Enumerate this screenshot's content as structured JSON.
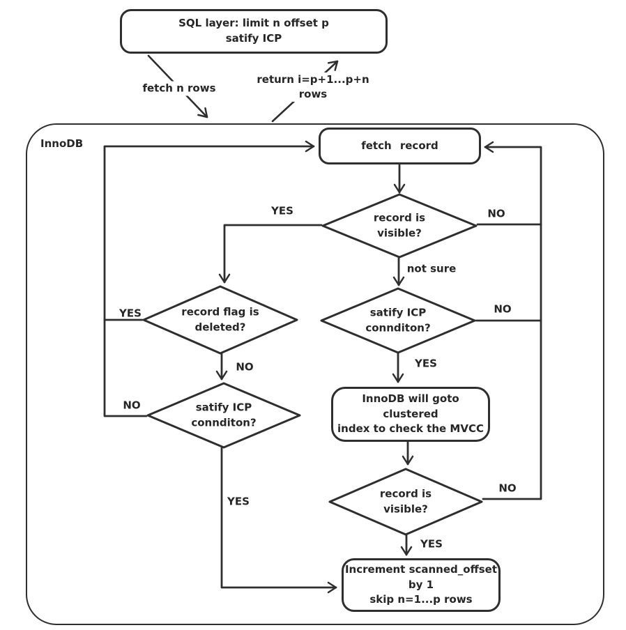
{
  "diagram": {
    "sql_layer_box": "SQL layer: limit n offset p\nsatify ICP",
    "innodb_container_label": "InnoDB",
    "nodes": {
      "fetch_record": "fetch record",
      "record_visible_1": "record is\nvisible?",
      "record_flag_deleted": "record flag is\ndeleted?",
      "satisfy_icp_left": "satify ICP\nconnditon?",
      "satisfy_icp_right": "satify ICP\nconnditon?",
      "goto_clustered_index": "InnoDB will goto clustered\nindex to check the MVCC",
      "record_visible_2": "record is\nvisible?",
      "increment_offset": "Increment scanned_offset by 1\nskip n=1...p rows"
    },
    "edge_labels": {
      "fetch_n_rows": "fetch n rows",
      "return_rows": "return i=p+1...p+n\nrows",
      "visible1_yes": "YES",
      "visible1_no": "NO",
      "visible1_not_sure": "not sure",
      "flag_yes": "YES",
      "flag_no": "NO",
      "icp_left_no": "NO",
      "icp_left_yes": "YES",
      "icp_right_no": "NO",
      "icp_right_yes": "YES",
      "visible2_no": "NO",
      "visible2_yes": "YES"
    },
    "colors": {
      "stroke": "#2e2e2e",
      "text": "#262626",
      "background": "#ffffff"
    }
  }
}
